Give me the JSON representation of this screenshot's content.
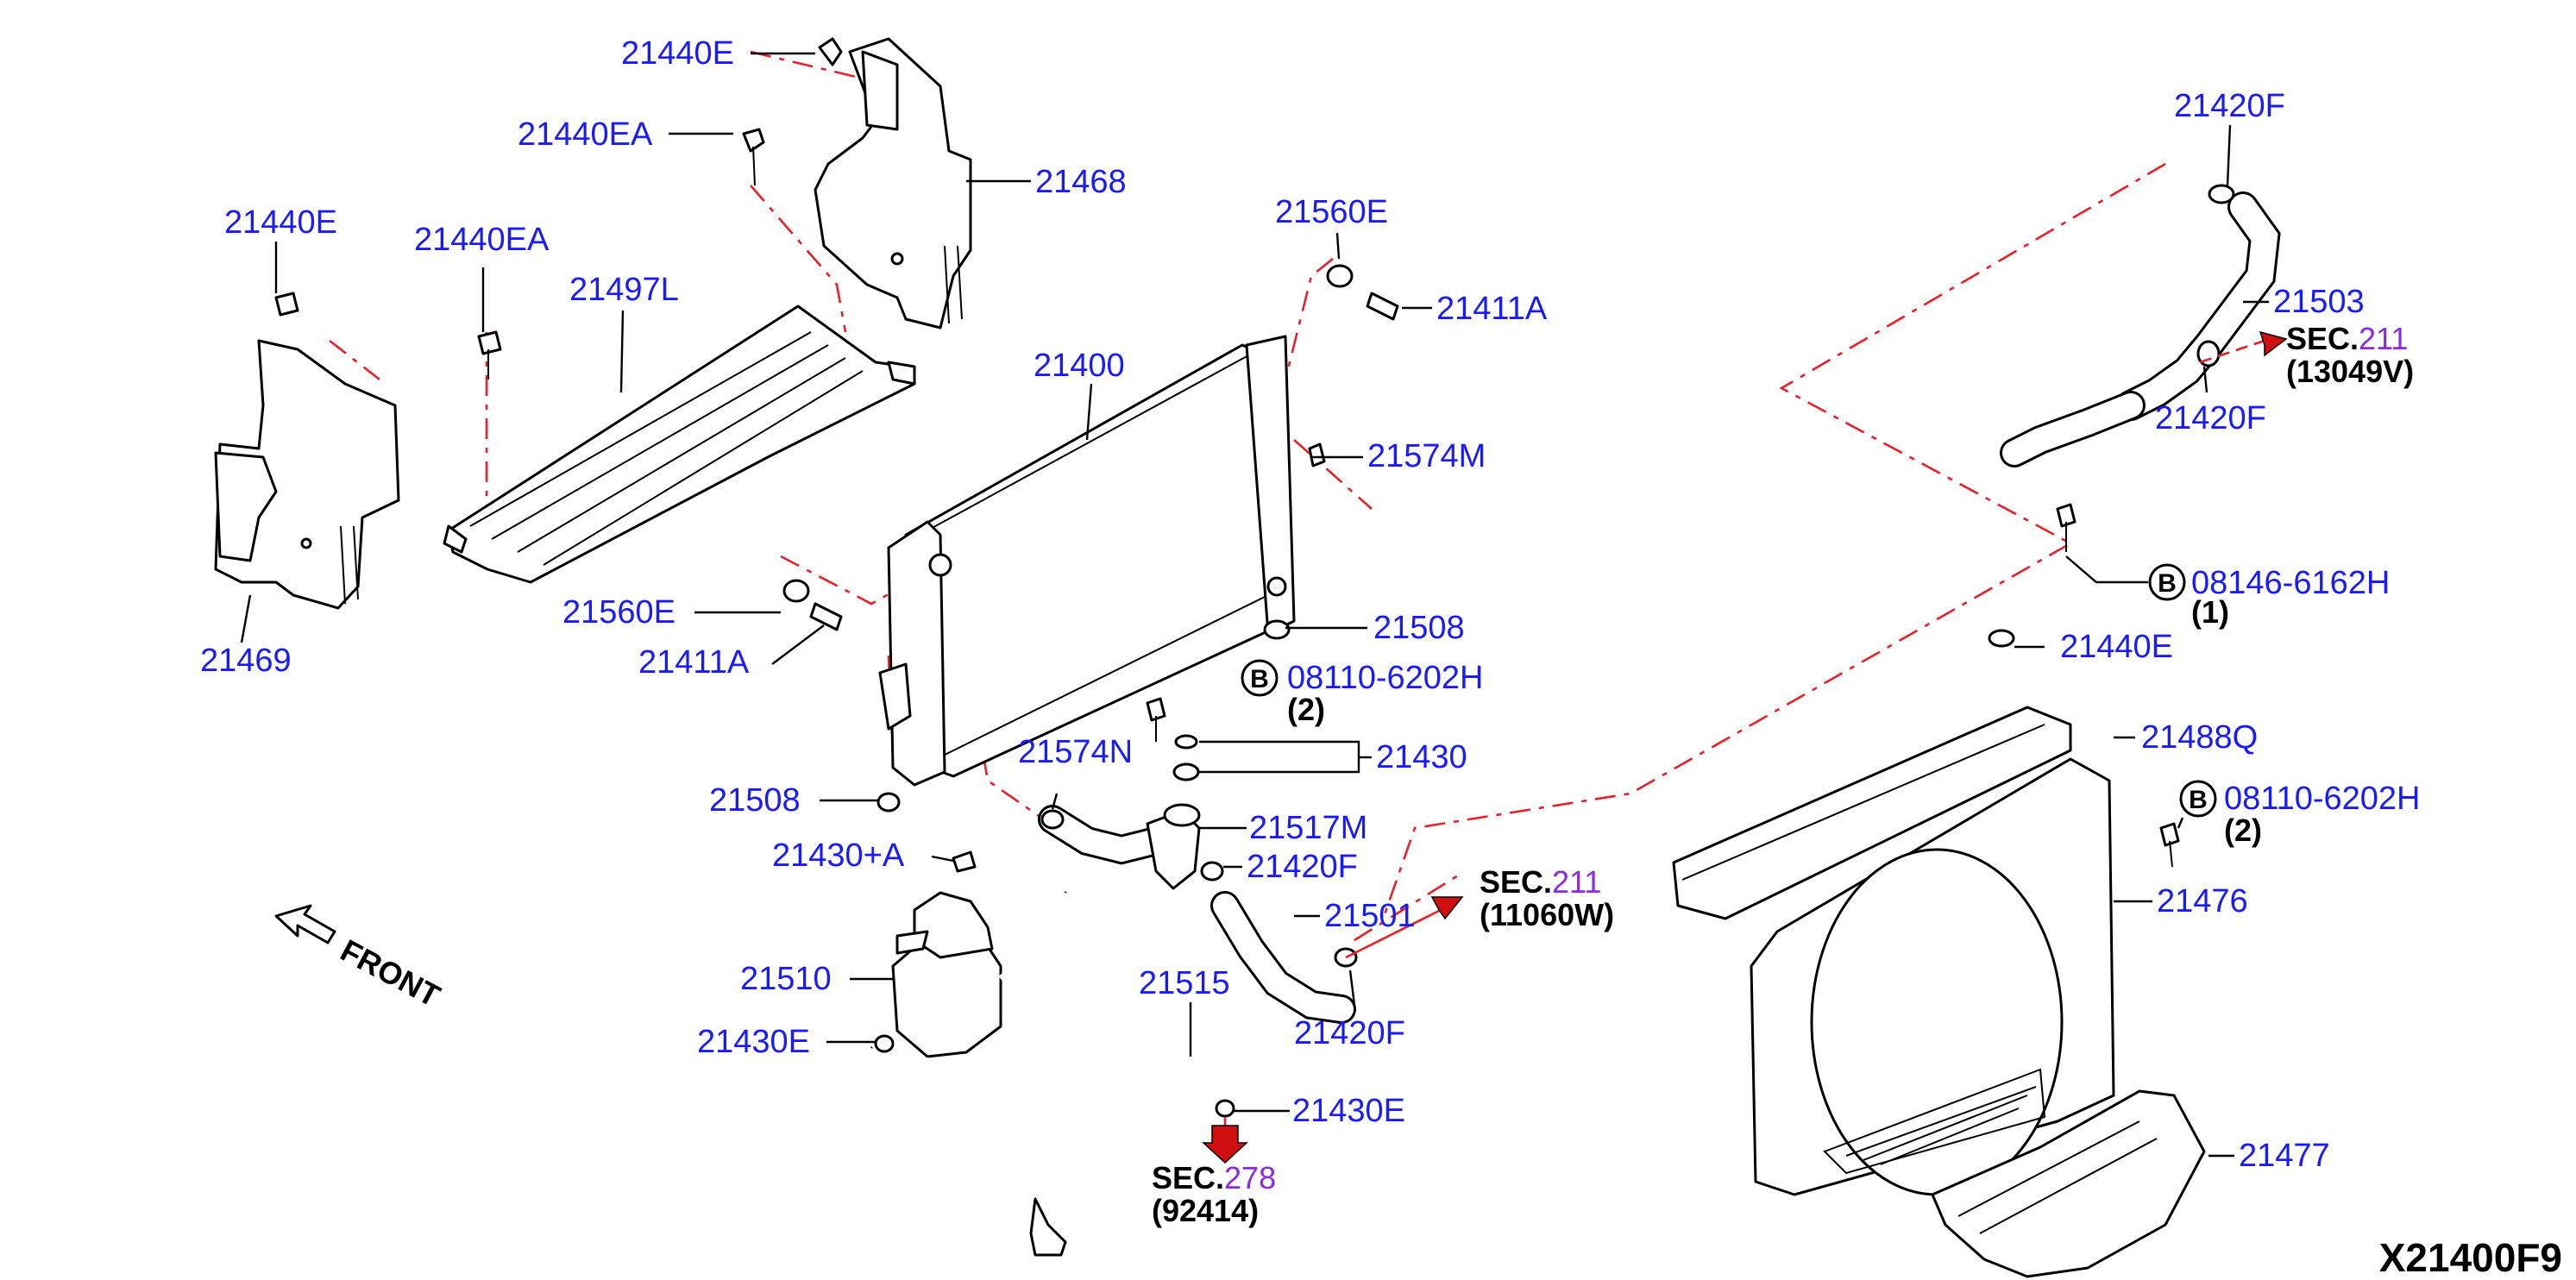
{
  "diagram_code": "X21400F9",
  "front_label": "FRONT",
  "sections": [
    {
      "id": "sec-211-13049v",
      "prefix": "SEC.",
      "num": "211",
      "ref": "(13049V)"
    },
    {
      "id": "sec-211-11060w",
      "prefix": "SEC.",
      "num": "211",
      "ref": "(11060W)"
    },
    {
      "id": "sec-278-92414",
      "prefix": "SEC.",
      "num": "278",
      "ref": "(92414)"
    }
  ],
  "bolts": [
    {
      "id": "b1",
      "badge": "B",
      "part": "08146-6162H",
      "qty": "(1)"
    },
    {
      "id": "b2",
      "badge": "B",
      "part": "08110-6202H",
      "qty": "(2)"
    },
    {
      "id": "b3",
      "badge": "B",
      "part": "08110-6202H",
      "qty": "(2)"
    }
  ],
  "labels": [
    "21440E",
    "21440EA",
    "21468",
    "21440E",
    "21440EA",
    "21497L",
    "21469",
    "21560E",
    "21411A",
    "21400",
    "21574M",
    "21560E",
    "21411A",
    "21508",
    "21508",
    "21574N",
    "21430",
    "21517M",
    "21430+A",
    "21420F",
    "21501",
    "21510",
    "21515",
    "21430E",
    "21430E",
    "21420F",
    "21420F",
    "21503",
    "21420F",
    "21440E",
    "21488Q",
    "21476",
    "21477"
  ]
}
